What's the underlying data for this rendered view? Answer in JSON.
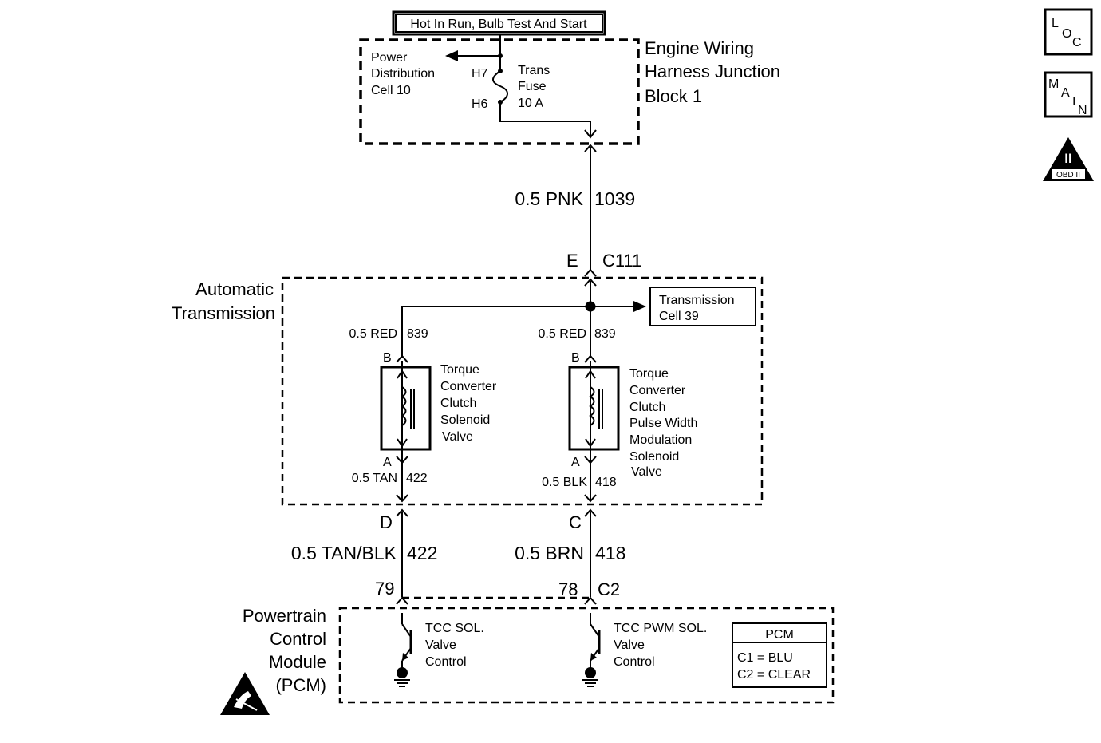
{
  "source_box": {
    "label": "Hot In Run, Bulb Test And Start"
  },
  "junction_block": {
    "title_line1": "Engine Wiring",
    "title_line2": "Harness Junction",
    "title_line3": "Block 1",
    "power_dist_line1": "Power",
    "power_dist_line2": "Distribution",
    "power_dist_line3": "Cell 10",
    "pin_h7": "H7",
    "pin_h6": "H6",
    "fuse_line1": "Trans",
    "fuse_line2": "Fuse",
    "fuse_line3": "10 A"
  },
  "wire_1039": {
    "gauge_color": "0.5 PNK",
    "circuit": "1039"
  },
  "connector_c111": {
    "pin": "E",
    "name": "C111"
  },
  "transmission": {
    "title_line1": "Automatic",
    "title_line2": "Transmission",
    "ref_line1": "Transmission",
    "ref_line2": "Cell 39",
    "left_wire_top": {
      "gauge_color": "0.5 RED",
      "circuit": "839"
    },
    "right_wire_top": {
      "gauge_color": "0.5 RED",
      "circuit": "839"
    },
    "left_pin_b": "B",
    "right_pin_b": "B",
    "left_pin_a": "A",
    "right_pin_a": "A",
    "tcc_solenoid": [
      "Torque",
      "Converter",
      "Clutch",
      "Solenoid",
      "Valve"
    ],
    "pwm_solenoid": [
      "Torque",
      "Converter",
      "Clutch",
      "Pulse Width",
      "Modulation",
      "Solenoid",
      "Valve"
    ],
    "left_wire_bottom": {
      "gauge_color": "0.5 TAN",
      "circuit": "422"
    },
    "right_wire_bottom": {
      "gauge_color": "0.5 BLK",
      "circuit": "418"
    },
    "pin_d": "D",
    "pin_c": "C"
  },
  "wire_422": {
    "gauge_color": "0.5 TAN/BLK",
    "circuit": "422"
  },
  "wire_418": {
    "gauge_color": "0.5 BRN",
    "circuit": "418"
  },
  "pcm": {
    "title_line1": "Powertrain",
    "title_line2": "Control",
    "title_line3": "Module",
    "title_line4": "(PCM)",
    "pin_79": "79",
    "pin_78": "78",
    "connector": "C2",
    "tcc_control": [
      "TCC SOL.",
      "Valve",
      "Control"
    ],
    "pwm_control": [
      "TCC PWM SOL.",
      "Valve",
      "Control"
    ],
    "legend_title": "PCM",
    "legend_c1": "C1 = BLU",
    "legend_c2": "C2 = CLEAR"
  },
  "side_icons": {
    "loc": [
      "L",
      "O",
      "C"
    ],
    "main": [
      "M",
      "A",
      "I",
      "N"
    ],
    "obd_numeral": "II",
    "obd_label": "OBD II"
  }
}
